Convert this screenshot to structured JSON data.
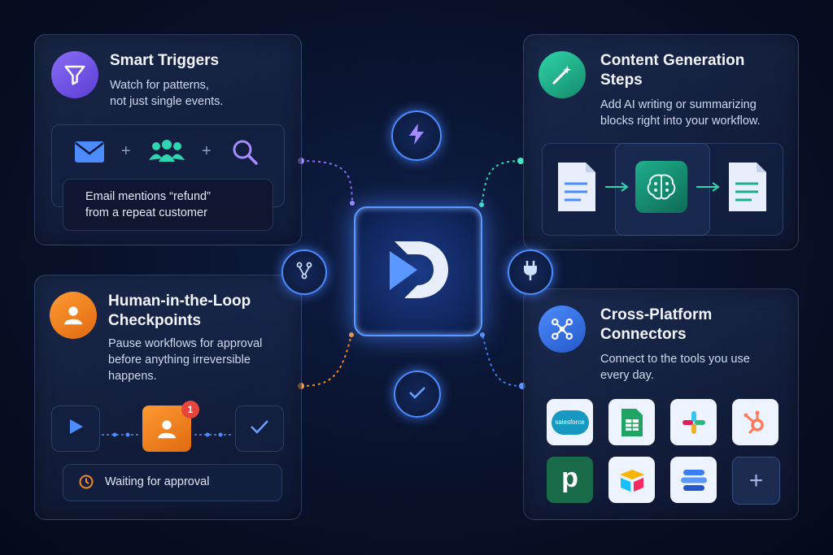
{
  "cards": {
    "smart_triggers": {
      "title": "Smart Triggers",
      "desc": "Watch for patterns,\nnot just single events.",
      "example": "Email mentions “refund”\nfrom a repeat customer",
      "icons": [
        "mail-icon",
        "users-icon",
        "search-icon"
      ],
      "accent": "#7b5cf0"
    },
    "content_generation": {
      "title": "Content Generation\nSteps",
      "desc": "Add AI writing or summarizing\nblocks right into your workflow.",
      "icons": [
        "document-icon",
        "ai-brain-icon",
        "generated-document-icon"
      ],
      "accent": "#1fae8c"
    },
    "human_in_loop": {
      "title": "Human-in-the-Loop\nCheckpoints",
      "desc": "Pause workflows for approval\nbefore anything irreversible\nhappens.",
      "notification_count": "1",
      "status": "Waiting for approval",
      "accent": "#f08a24"
    },
    "cross_platform": {
      "title": "Cross-Platform\nConnectors",
      "desc": "Connect to the tools you use\nevery day.",
      "salesforce_label": "salesforce",
      "pipedrive_label": "p",
      "accent": "#3b7cf0"
    }
  },
  "hub": {
    "logo": "d-logo-icon",
    "top_node": "lightning-icon",
    "bottom_node": "checkmark-icon",
    "left_node": "branch-icon",
    "right_node": "plug-icon",
    "glow": "#4d8cff"
  }
}
